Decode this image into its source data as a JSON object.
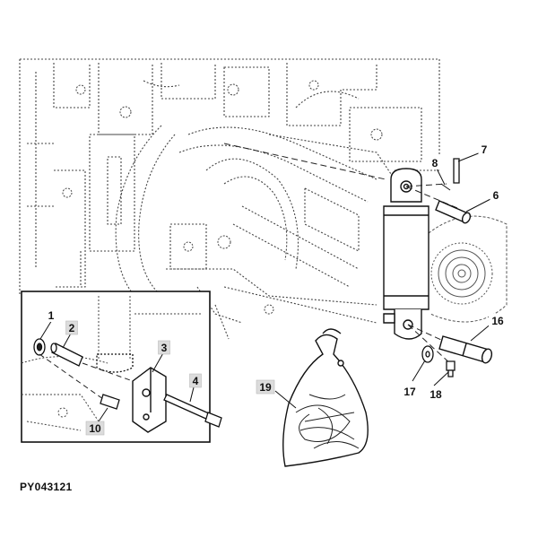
{
  "figure_id": "PY043121",
  "callouts": [
    {
      "num": "1",
      "boxed": false,
      "x": 0,
      "y": 0
    },
    {
      "num": "2",
      "boxed": true,
      "x": 0,
      "y": 0
    },
    {
      "num": "3",
      "boxed": true,
      "x": 0,
      "y": 0
    },
    {
      "num": "4",
      "boxed": true,
      "x": 0,
      "y": 0
    },
    {
      "num": "6",
      "boxed": false,
      "x": 0,
      "y": 0
    },
    {
      "num": "7",
      "boxed": false,
      "x": 0,
      "y": 0
    },
    {
      "num": "8",
      "boxed": false,
      "x": 0,
      "y": 0
    },
    {
      "num": "10",
      "boxed": true,
      "x": 0,
      "y": 0
    },
    {
      "num": "16",
      "boxed": false,
      "x": 0,
      "y": 0
    },
    {
      "num": "17",
      "boxed": false,
      "x": 0,
      "y": 0
    },
    {
      "num": "18",
      "boxed": false,
      "x": 0,
      "y": 0
    },
    {
      "num": "19",
      "boxed": true,
      "x": 0,
      "y": 0
    }
  ]
}
